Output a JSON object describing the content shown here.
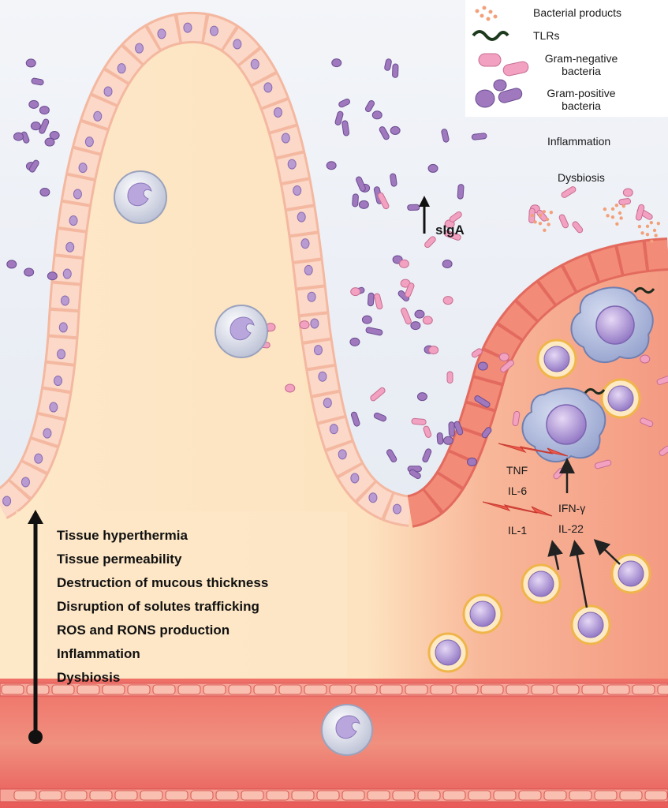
{
  "legend": {
    "bacterial_products": "Bacterial products",
    "tlrs": "TLRs",
    "gram_negative_line1": "Gram-negative",
    "gram_negative_line2": "bacteria",
    "gram_positive_line1": "Gram-positive",
    "gram_positive_line2": "bacteria"
  },
  "side_labels": {
    "inflammation": "Inflammation",
    "dysbiosis": "Dysbiosis"
  },
  "siga_label": "sIgA",
  "cytokines": {
    "tnf": "TNF",
    "il6": "IL-6",
    "il1": "IL-1",
    "ifng": "IFN-γ",
    "il22": "IL-22"
  },
  "effects": [
    "Tissue hyperthermia",
    "Tissue permeability",
    "Destruction of mucous thickness",
    "Disruption of solutes trafficking",
    "ROS and RONS production",
    "Inflammation",
    "Dysbiosis"
  ],
  "colors": {
    "lumen": "#e9edf4",
    "healthy_tissue": "#fde6c4",
    "inflamed_tissue": "#f6a58f",
    "epithelial_cell": "#f9cdbd",
    "inflamed_cell": "#f18b7a",
    "nucleus": "#b99bd2",
    "gram_negative": "#f2a2c0",
    "gram_positive": "#9f78be",
    "vessel": "#e8585a"
  }
}
